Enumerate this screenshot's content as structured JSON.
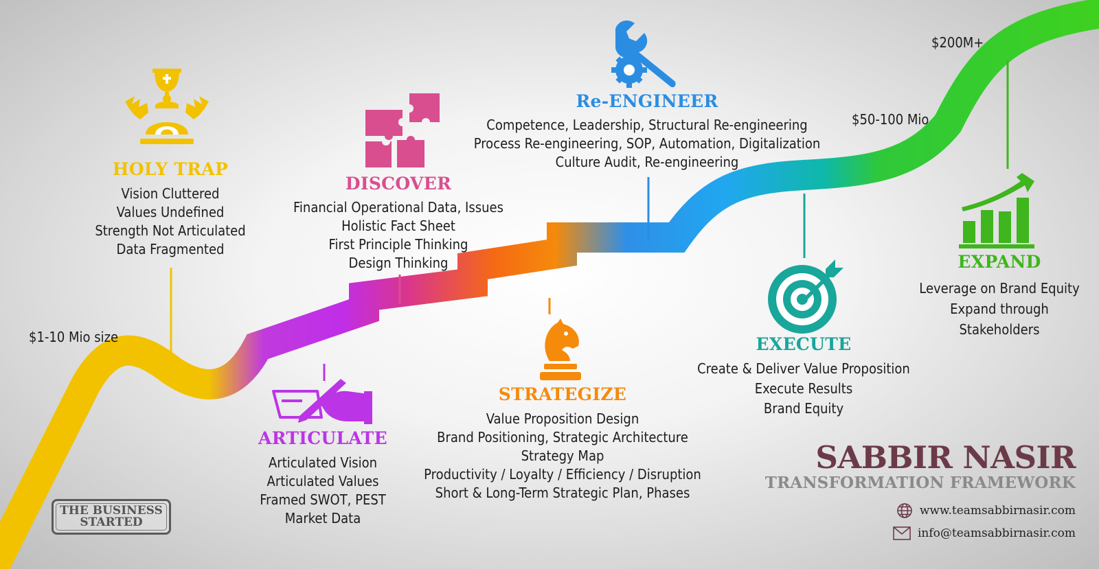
{
  "stages": [
    {
      "title": "HOLY TRAP",
      "color": "#f2c200",
      "items": [
        "Vision Cluttered",
        "Values Undefined",
        "Strength Not Articulated",
        "Data Fragmented"
      ]
    },
    {
      "title": "ARTICULATE",
      "color": "#bb35e6",
      "items": [
        "Articulated Vision",
        "Articulated Values",
        "Framed SWOT, PEST",
        "Market Data"
      ]
    },
    {
      "title": "DISCOVER",
      "color": "#d94e8f",
      "items": [
        "Financial Operational Data, Issues",
        "Holistic Fact Sheet",
        "First Principle Thinking",
        "Design Thinking"
      ]
    },
    {
      "title": "STRATEGIZE",
      "color": "#f58a0b",
      "items": [
        "Value Proposition Design",
        "Brand Positioning, Strategic Architecture",
        "Strategy Map",
        "Productivity / Loyalty / Efficiency / Disruption",
        "Short & Long-Term Strategic Plan, Phases"
      ]
    },
    {
      "title": "Re-ENGINEER",
      "color": "#2b8de2",
      "items": [
        "Competence, Leadership, Structural Re-engineering",
        "Process Re-engineering, SOP, Automation, Digitalization",
        "Culture Audit, Re-engineering"
      ]
    },
    {
      "title": "EXECUTE",
      "color": "#19a69b",
      "items": [
        "Create & Deliver Value Proposition",
        "Execute Results",
        "Brand Equity"
      ]
    },
    {
      "title": "EXPAND",
      "color": "#3fb51e",
      "items": [
        "Leverage on Brand Equity",
        "Expand through",
        "Stakeholders"
      ]
    }
  ],
  "milestones": {
    "start": "$1-10 Mio size",
    "mid": "$50-100 Mio",
    "top": "$200M+"
  },
  "brand": {
    "name": "SABBIR NASIR",
    "subtitle": "TRANSFORMATION FRAMEWORK",
    "website": "www.teamsabbirnasir.com",
    "email": "info@teamsabbirnasir.com"
  },
  "logo": {
    "line1": "THE BUSINESS",
    "line2": "STARTED"
  },
  "icons": [
    "trophy-trap-icon",
    "signing-hand-icon",
    "puzzle-icon",
    "chess-knight-icon",
    "wrench-gear-icon",
    "target-icon",
    "growth-chart-icon",
    "globe-icon",
    "envelope-icon"
  ]
}
